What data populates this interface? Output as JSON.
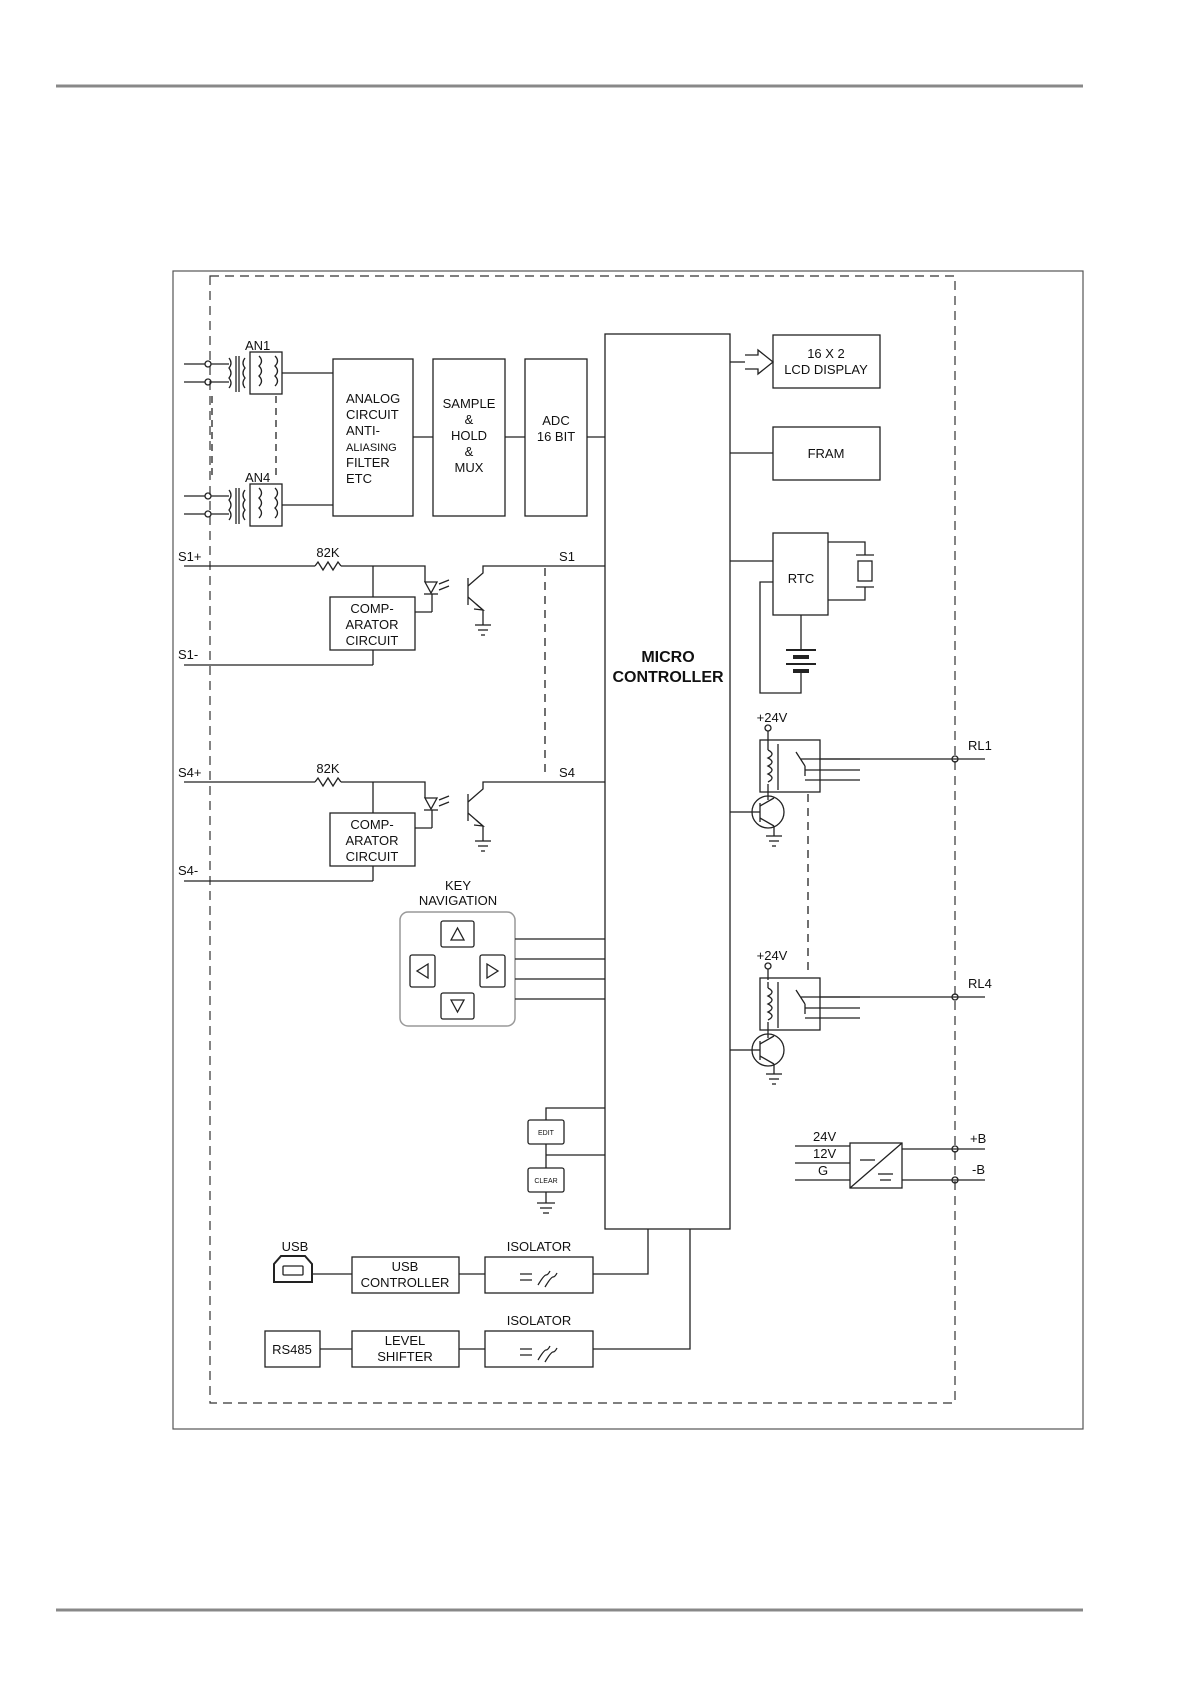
{
  "analog": {
    "an1": "AN1",
    "an4": "AN4",
    "analog_circuit": [
      "ANALOG",
      "CIRCUIT",
      "ANTI-",
      "ALIASING",
      "FILTER",
      "ETC"
    ],
    "sample_hold": [
      "SAMPLE",
      "&",
      "HOLD",
      "&",
      "MUX"
    ],
    "adc": [
      "ADC",
      "16 BIT"
    ]
  },
  "micro": [
    "MICRO",
    "CONTROLLER"
  ],
  "lcd": [
    "16 X 2",
    "LCD DISPLAY"
  ],
  "fram": "FRAM",
  "rtc": "RTC",
  "status_inputs": {
    "s1_plus": "S1+",
    "s1_minus": "S1-",
    "s4_plus": "S4+",
    "s4_minus": "S4-",
    "resistor_1": "82K",
    "resistor_4": "82K",
    "s1_line": "S1",
    "s4_line": "S4",
    "comparator": [
      "COMP-",
      "ARATOR",
      "CIRCUIT"
    ]
  },
  "keys": {
    "title": [
      "KEY",
      "NAVIGATION"
    ],
    "edit": "EDIT",
    "clear": "CLEAR"
  },
  "relays": {
    "supply_1": "+24V",
    "supply_4": "+24V",
    "rl1": "RL1",
    "rl4": "RL4"
  },
  "power": {
    "v24": "24V",
    "v12": "12V",
    "g": "G",
    "b_plus": "+B",
    "b_minus": "-B"
  },
  "comms": {
    "usb": "USB",
    "usb_controller": [
      "USB",
      "CONTROLLER"
    ],
    "isolator_1": "ISOLATOR",
    "isolator_2": "ISOLATOR",
    "rs485": "RS485",
    "level_shifter": [
      "LEVEL",
      "SHIFTER"
    ]
  }
}
